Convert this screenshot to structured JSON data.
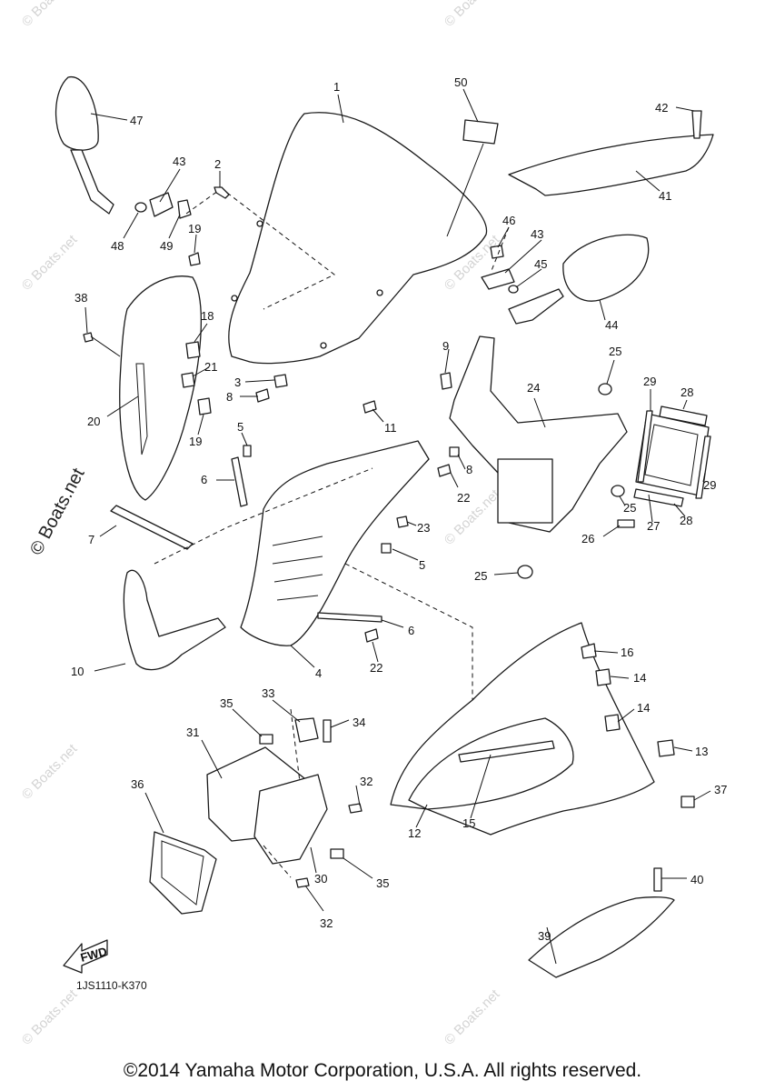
{
  "diagram_code": "1JS1110-K370",
  "copyright": "©2014 Yamaha Motor Corporation, U.S.A. All rights reserved.",
  "watermark_text": "© Boats.net",
  "fwd_label": "FWD",
  "callouts": [
    "1",
    "2",
    "3",
    "4",
    "5",
    "5",
    "6",
    "6",
    "7",
    "8",
    "8",
    "9",
    "10",
    "11",
    "12",
    "13",
    "14",
    "14",
    "15",
    "16",
    "18",
    "19",
    "19",
    "20",
    "21",
    "22",
    "22",
    "23",
    "24",
    "25",
    "25",
    "25",
    "26",
    "27",
    "28",
    "28",
    "29",
    "29",
    "30",
    "31",
    "32",
    "32",
    "33",
    "34",
    "35",
    "35",
    "36",
    "37",
    "38",
    "39",
    "40",
    "41",
    "42",
    "43",
    "43",
    "44",
    "45",
    "46",
    "47",
    "48",
    "49",
    "50"
  ]
}
